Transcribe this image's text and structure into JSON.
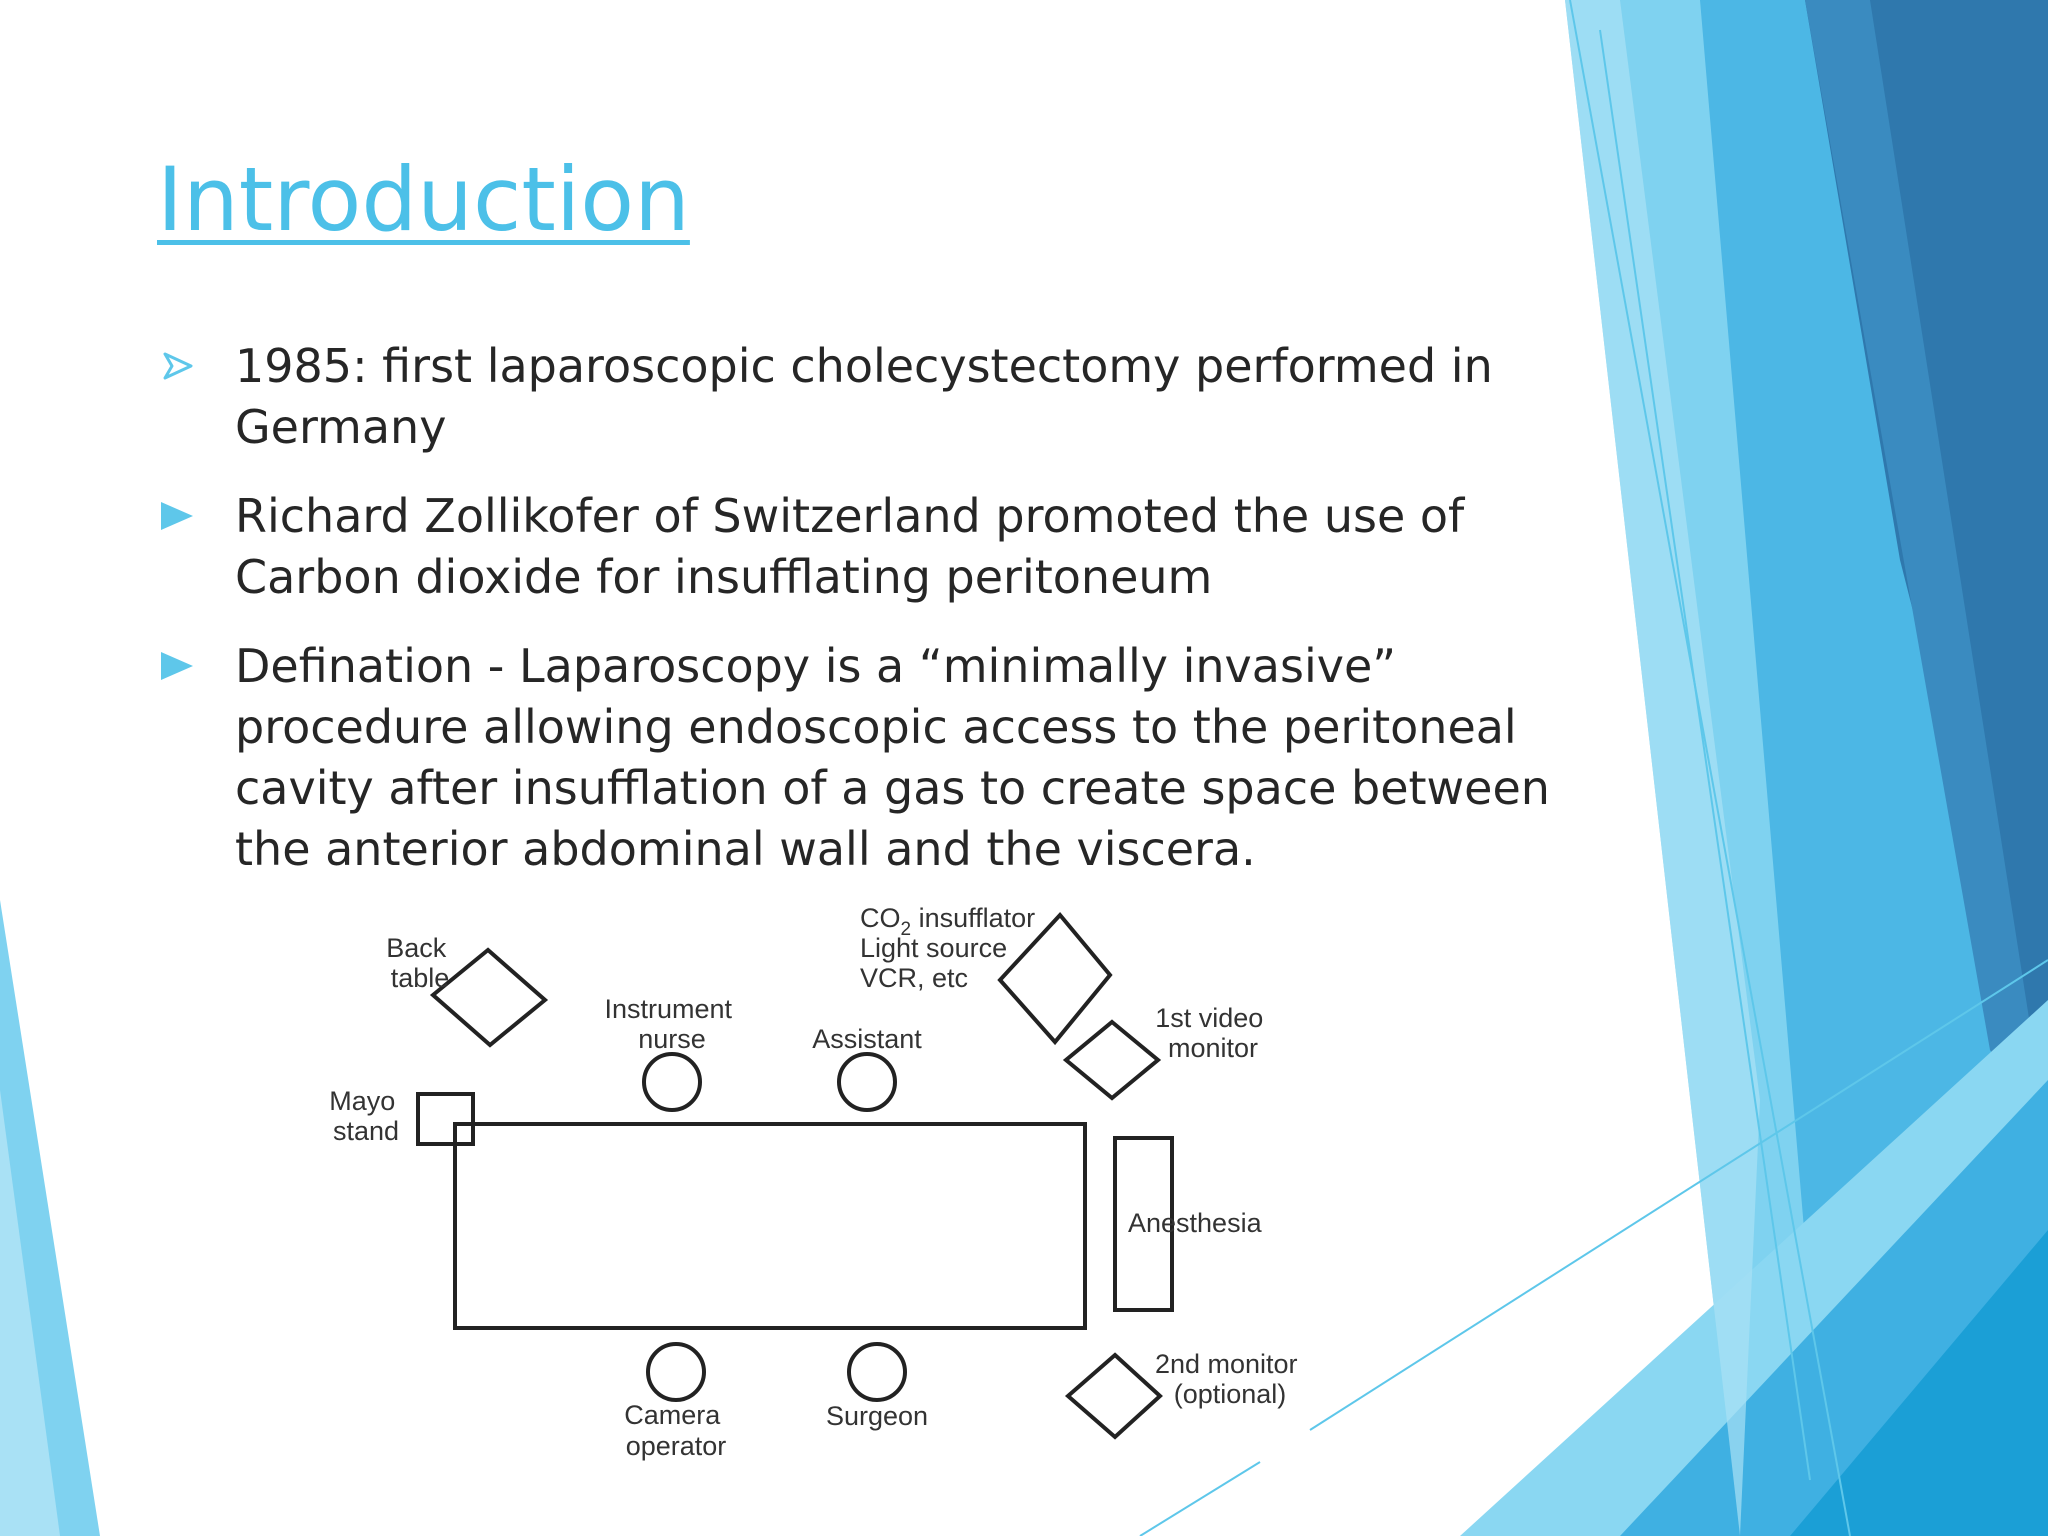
{
  "slide": {
    "title": "Introduction",
    "bullets": [
      {
        "marker": "outline-arrow-icon",
        "text": "1985: first laparoscopic cholecystectomy performed in Germany"
      },
      {
        "marker": "triangle-icon",
        "text": "Richard Zollikofer of Switzerland promoted the use of Carbon dioxide for insufflating peritoneum"
      },
      {
        "marker": "triangle-icon",
        "text": "Defination - Laparoscopy is a “minimally invasive” procedure allowing endoscopic access to the peritoneal cavity after insufflation of a gas to create space between the anterior abdominal wall and the viscera."
      }
    ]
  },
  "diagram": {
    "back_table": [
      "Back",
      "table"
    ],
    "insufflator": {
      "co": "CO",
      "sub": "2",
      "rest": " insufflator",
      "line2": "Light source",
      "line3": "VCR, etc"
    },
    "instrument_nurse": [
      "Instrument",
      "nurse"
    ],
    "assistant": "Assistant",
    "first_monitor": [
      "1st video",
      "monitor"
    ],
    "mayo_stand": [
      "Mayo",
      "stand"
    ],
    "anesthesia": "Anesthesia",
    "camera_operator": [
      "Camera",
      "operator"
    ],
    "surgeon": "Surgeon",
    "second_monitor": [
      "2nd monitor",
      "(optional)"
    ]
  },
  "colors": {
    "title": "#4cc0e8",
    "body_text": "#262626",
    "accent": "#5ec7ea",
    "dark_blue": "#2c6fa3"
  }
}
